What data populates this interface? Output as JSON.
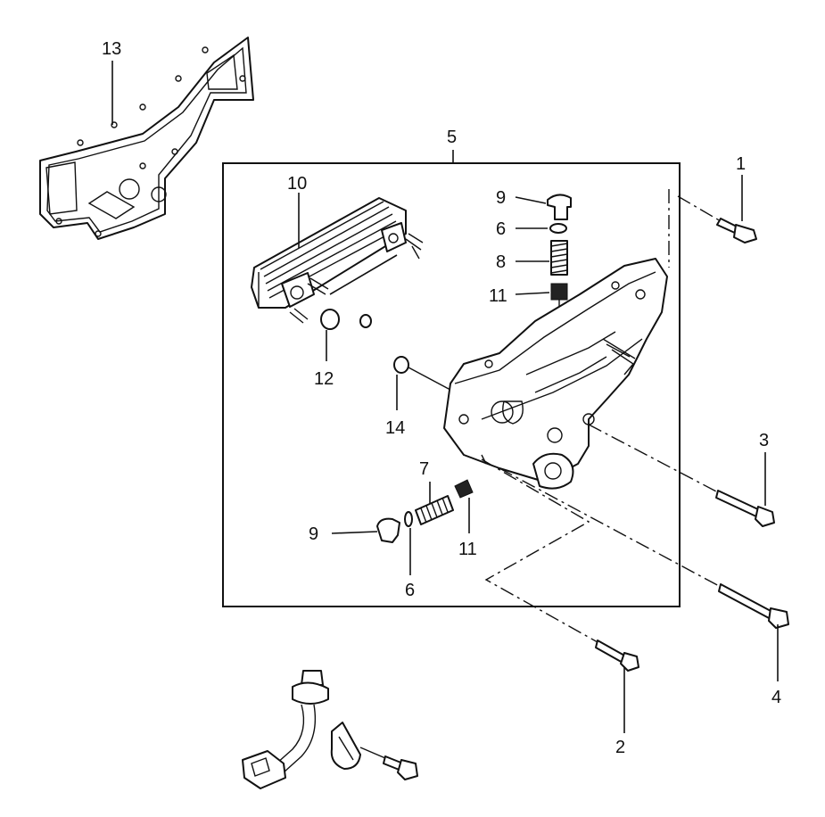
{
  "callouts": {
    "c1": "1",
    "c2": "2",
    "c3": "3",
    "c4": "4",
    "c5": "5",
    "c6a": "6",
    "c6b": "6",
    "c7": "7",
    "c8": "8",
    "c9a": "9",
    "c9b": "9",
    "c10": "10",
    "c11a": "11",
    "c11b": "11",
    "c12": "12",
    "c13": "13",
    "c14": "14"
  }
}
